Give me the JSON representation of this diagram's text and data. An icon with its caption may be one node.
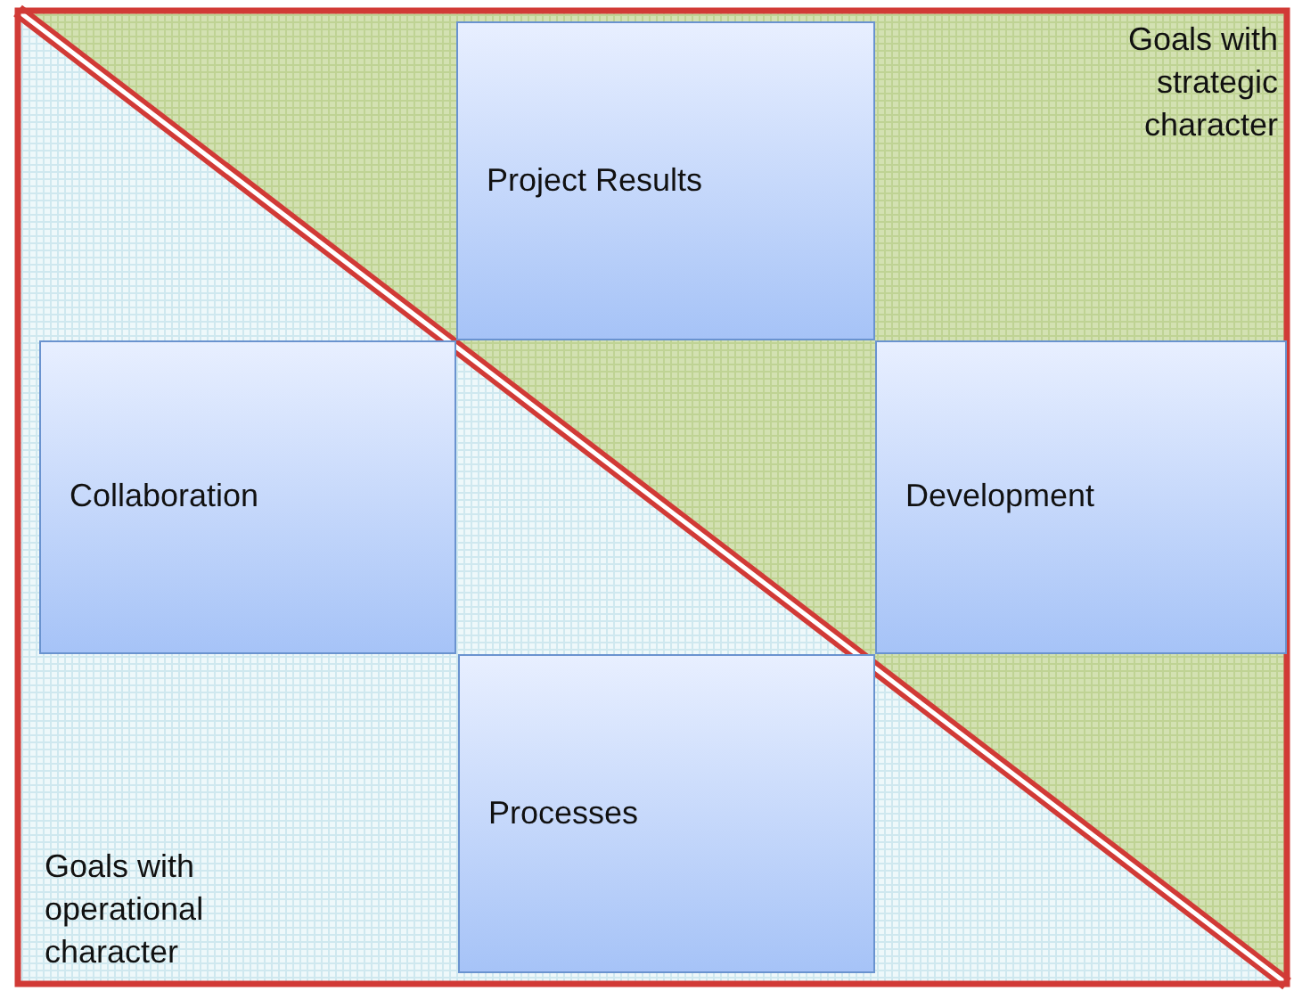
{
  "diagram": {
    "nodes": [
      {
        "text": [
          "Project Results"
        ]
      },
      {
        "text": [
          "Collaboration"
        ]
      },
      {
        "text": [
          "Development"
        ]
      },
      {
        "text": [
          "Processes"
        ]
      }
    ],
    "labels": [
      "Goals with strategic character",
      "Goals with operational character"
    ]
  }
}
